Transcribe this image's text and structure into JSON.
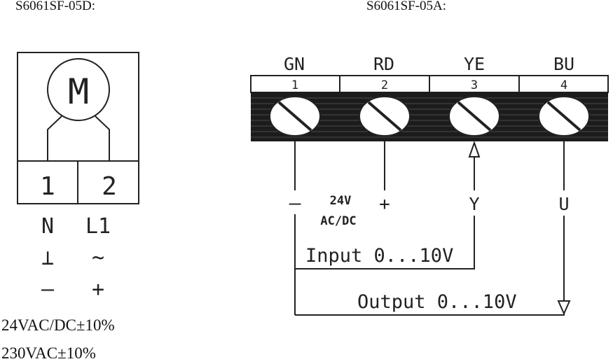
{
  "left_diagram": {
    "title": "S6061SF-05D:",
    "motor_symbol": "M",
    "terminals": [
      "1",
      "2"
    ],
    "labels_row1": [
      "N",
      "L1"
    ],
    "labels_row2": [
      "⊥",
      "~"
    ],
    "labels_row3": [
      "—",
      "+"
    ],
    "spec_lines": [
      "24VAC/DC±10%",
      "230VAC±10%"
    ]
  },
  "right_diagram": {
    "title": "S6061SF-05A:",
    "wire_colors": [
      "GN",
      "RD",
      "YE",
      "BU"
    ],
    "terminal_numbers": [
      "1",
      "2",
      "3",
      "4"
    ],
    "supply": {
      "minus": "—",
      "plus": "+",
      "voltage": "24V",
      "type": "AC/DC"
    },
    "signal_y": "Y",
    "signal_u": "U",
    "input_label": "Input 0...10V",
    "output_label": "Output 0...10V"
  }
}
